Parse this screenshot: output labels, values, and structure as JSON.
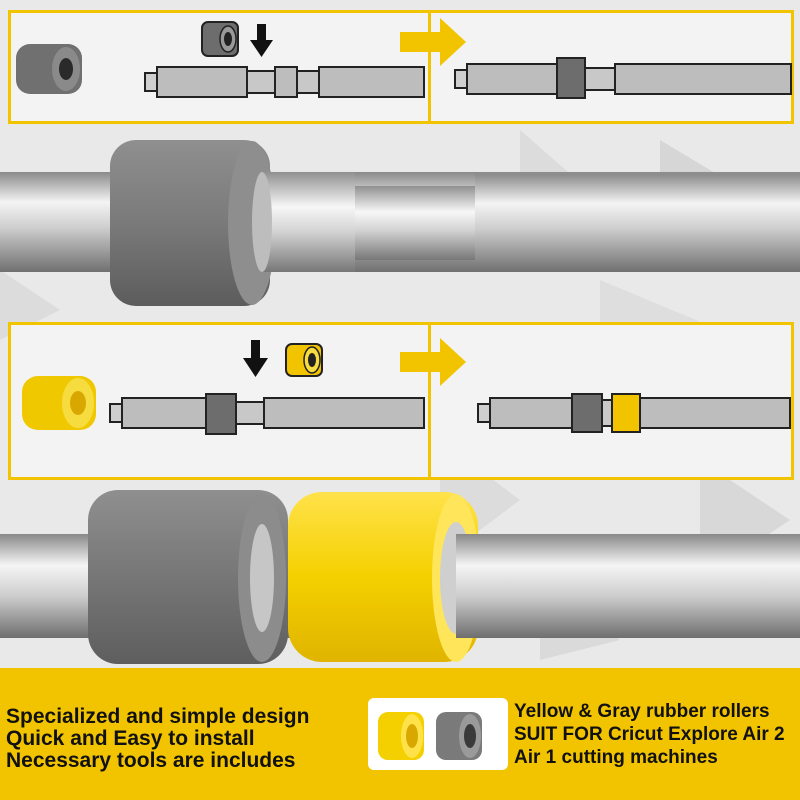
{
  "features": [
    "Specialized and simple design",
    "Quick and Easy to install",
    "Necessary tools are includes"
  ],
  "compatibility": [
    "Yellow & Gray rubber rollers",
    "SUIT FOR Cricut Explore Air 2",
    "Air 1 cutting machines"
  ],
  "colors": {
    "brand_yellow": "#f2c400",
    "roller_gray": "#7a7a7a",
    "roller_yellow": "#f4d000"
  },
  "icons": [
    "down-arrow-icon",
    "right-arrow-icon"
  ]
}
